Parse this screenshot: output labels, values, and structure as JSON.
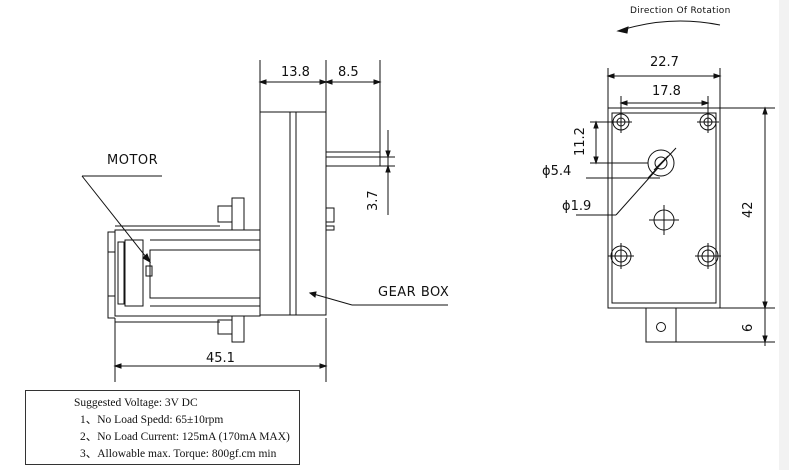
{
  "side_view": {
    "dim_top_left": "13.8",
    "dim_top_right": "8.5",
    "dim_shaft": "3.7",
    "dim_bottom": "45.1",
    "label_motor": "MOTOR",
    "label_gearbox": "GEAR BOX"
  },
  "front_view": {
    "direction_label": "Direction Of Rotation",
    "dim_width_outer": "22.7",
    "dim_width_inner": "17.8",
    "dim_hole_offset": "11.2",
    "dim_shaft_dia": "ϕ5.4",
    "dim_flat_dia": "ϕ1.9",
    "dim_height": "42",
    "dim_tab": "6"
  },
  "specs": {
    "title": "Suggested Voltage: 3V DC",
    "items": [
      "1、No Load Spedd: 65±10rpm",
      "2、No Load Current: 125mA (170mA MAX)",
      "3、Allowable max. Torque: 800gf.cm min"
    ]
  },
  "colors": {
    "line": "#111111",
    "background": "#ffffff"
  }
}
